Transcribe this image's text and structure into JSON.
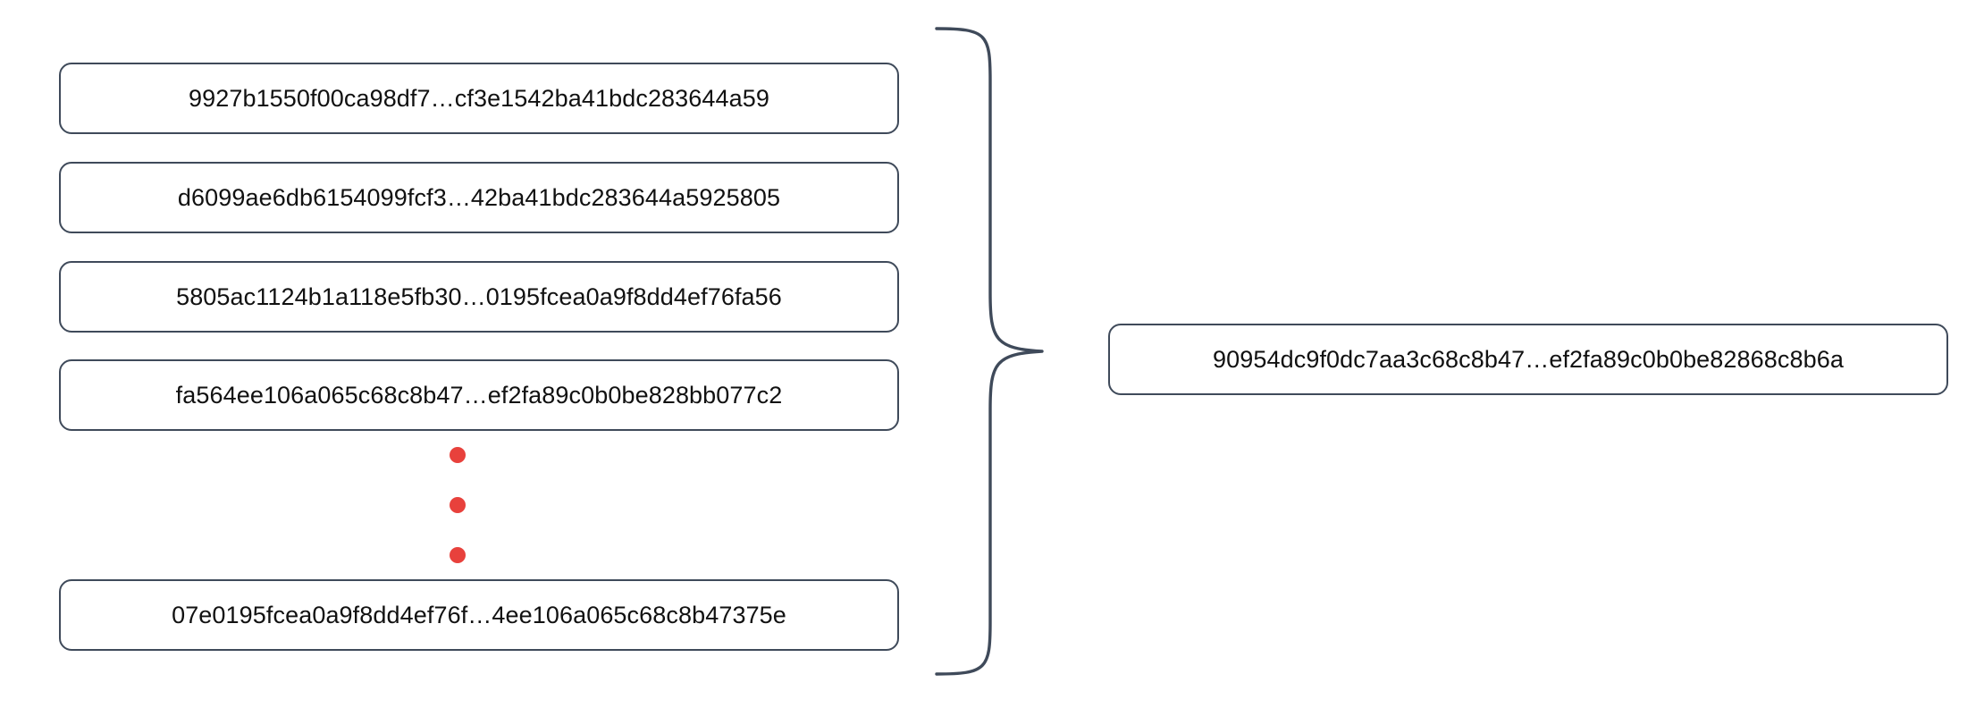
{
  "diagram": {
    "type": "many-to-one-aggregation",
    "brace_direction": "right",
    "colors": {
      "box_border": "#3f4a5a",
      "box_fill": "#ffffff",
      "text": "#111111",
      "ellipsis_dot": "#e8413c",
      "brace_stroke": "#3f4a5a",
      "background": "#ffffff"
    },
    "inputs": [
      {
        "label": "9927b1550f00ca98df7…cf3e1542ba41bdc283644a59"
      },
      {
        "label": "d6099ae6db6154099fcf3…42ba41bdc283644a5925805"
      },
      {
        "label": "5805ac1124b1a118e5fb30…0195fcea0a9f8dd4ef76fa56"
      },
      {
        "label": "fa564ee106a065c68c8b47…ef2fa89c0b0be828bb077c2"
      },
      {
        "label": "07e0195fcea0a9f8dd4ef76f…4ee106a065c68c8b47375e"
      }
    ],
    "ellipsis": {
      "glyph": "•",
      "dot_count": 3,
      "meaning": "more-items"
    },
    "output": {
      "label": "90954dc9f0dc7aa3c68c8b47…ef2fa89c0b0be82868c8b6a"
    }
  }
}
